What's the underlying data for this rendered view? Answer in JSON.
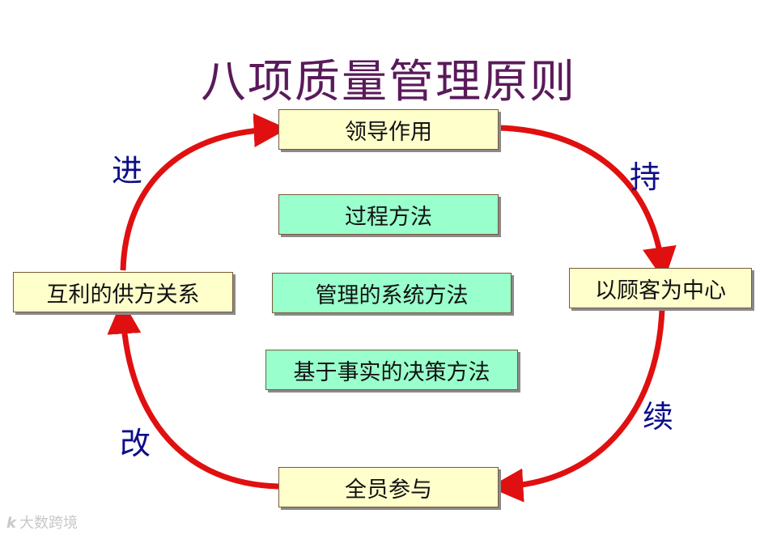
{
  "title": "八项质量管理原则",
  "colors": {
    "arrow": "#e01010",
    "title": "#5a1a5a",
    "side_text": "#0d0d8a",
    "box_yellow": "#ffffcc",
    "box_green": "#99ffcc"
  },
  "nodes": {
    "top": "领导作用",
    "right": "以顾客为中心",
    "bottom": "全员参与",
    "left": "互利的供方关系"
  },
  "center": [
    "过程方法",
    "管理的系统方法",
    "基于事实的决策方法"
  ],
  "side_labels": {
    "top_left": "进",
    "top_right": "持",
    "bottom_right": "续",
    "bottom_left": "改"
  },
  "watermark": {
    "logo": "k",
    "text": "大数跨境"
  }
}
